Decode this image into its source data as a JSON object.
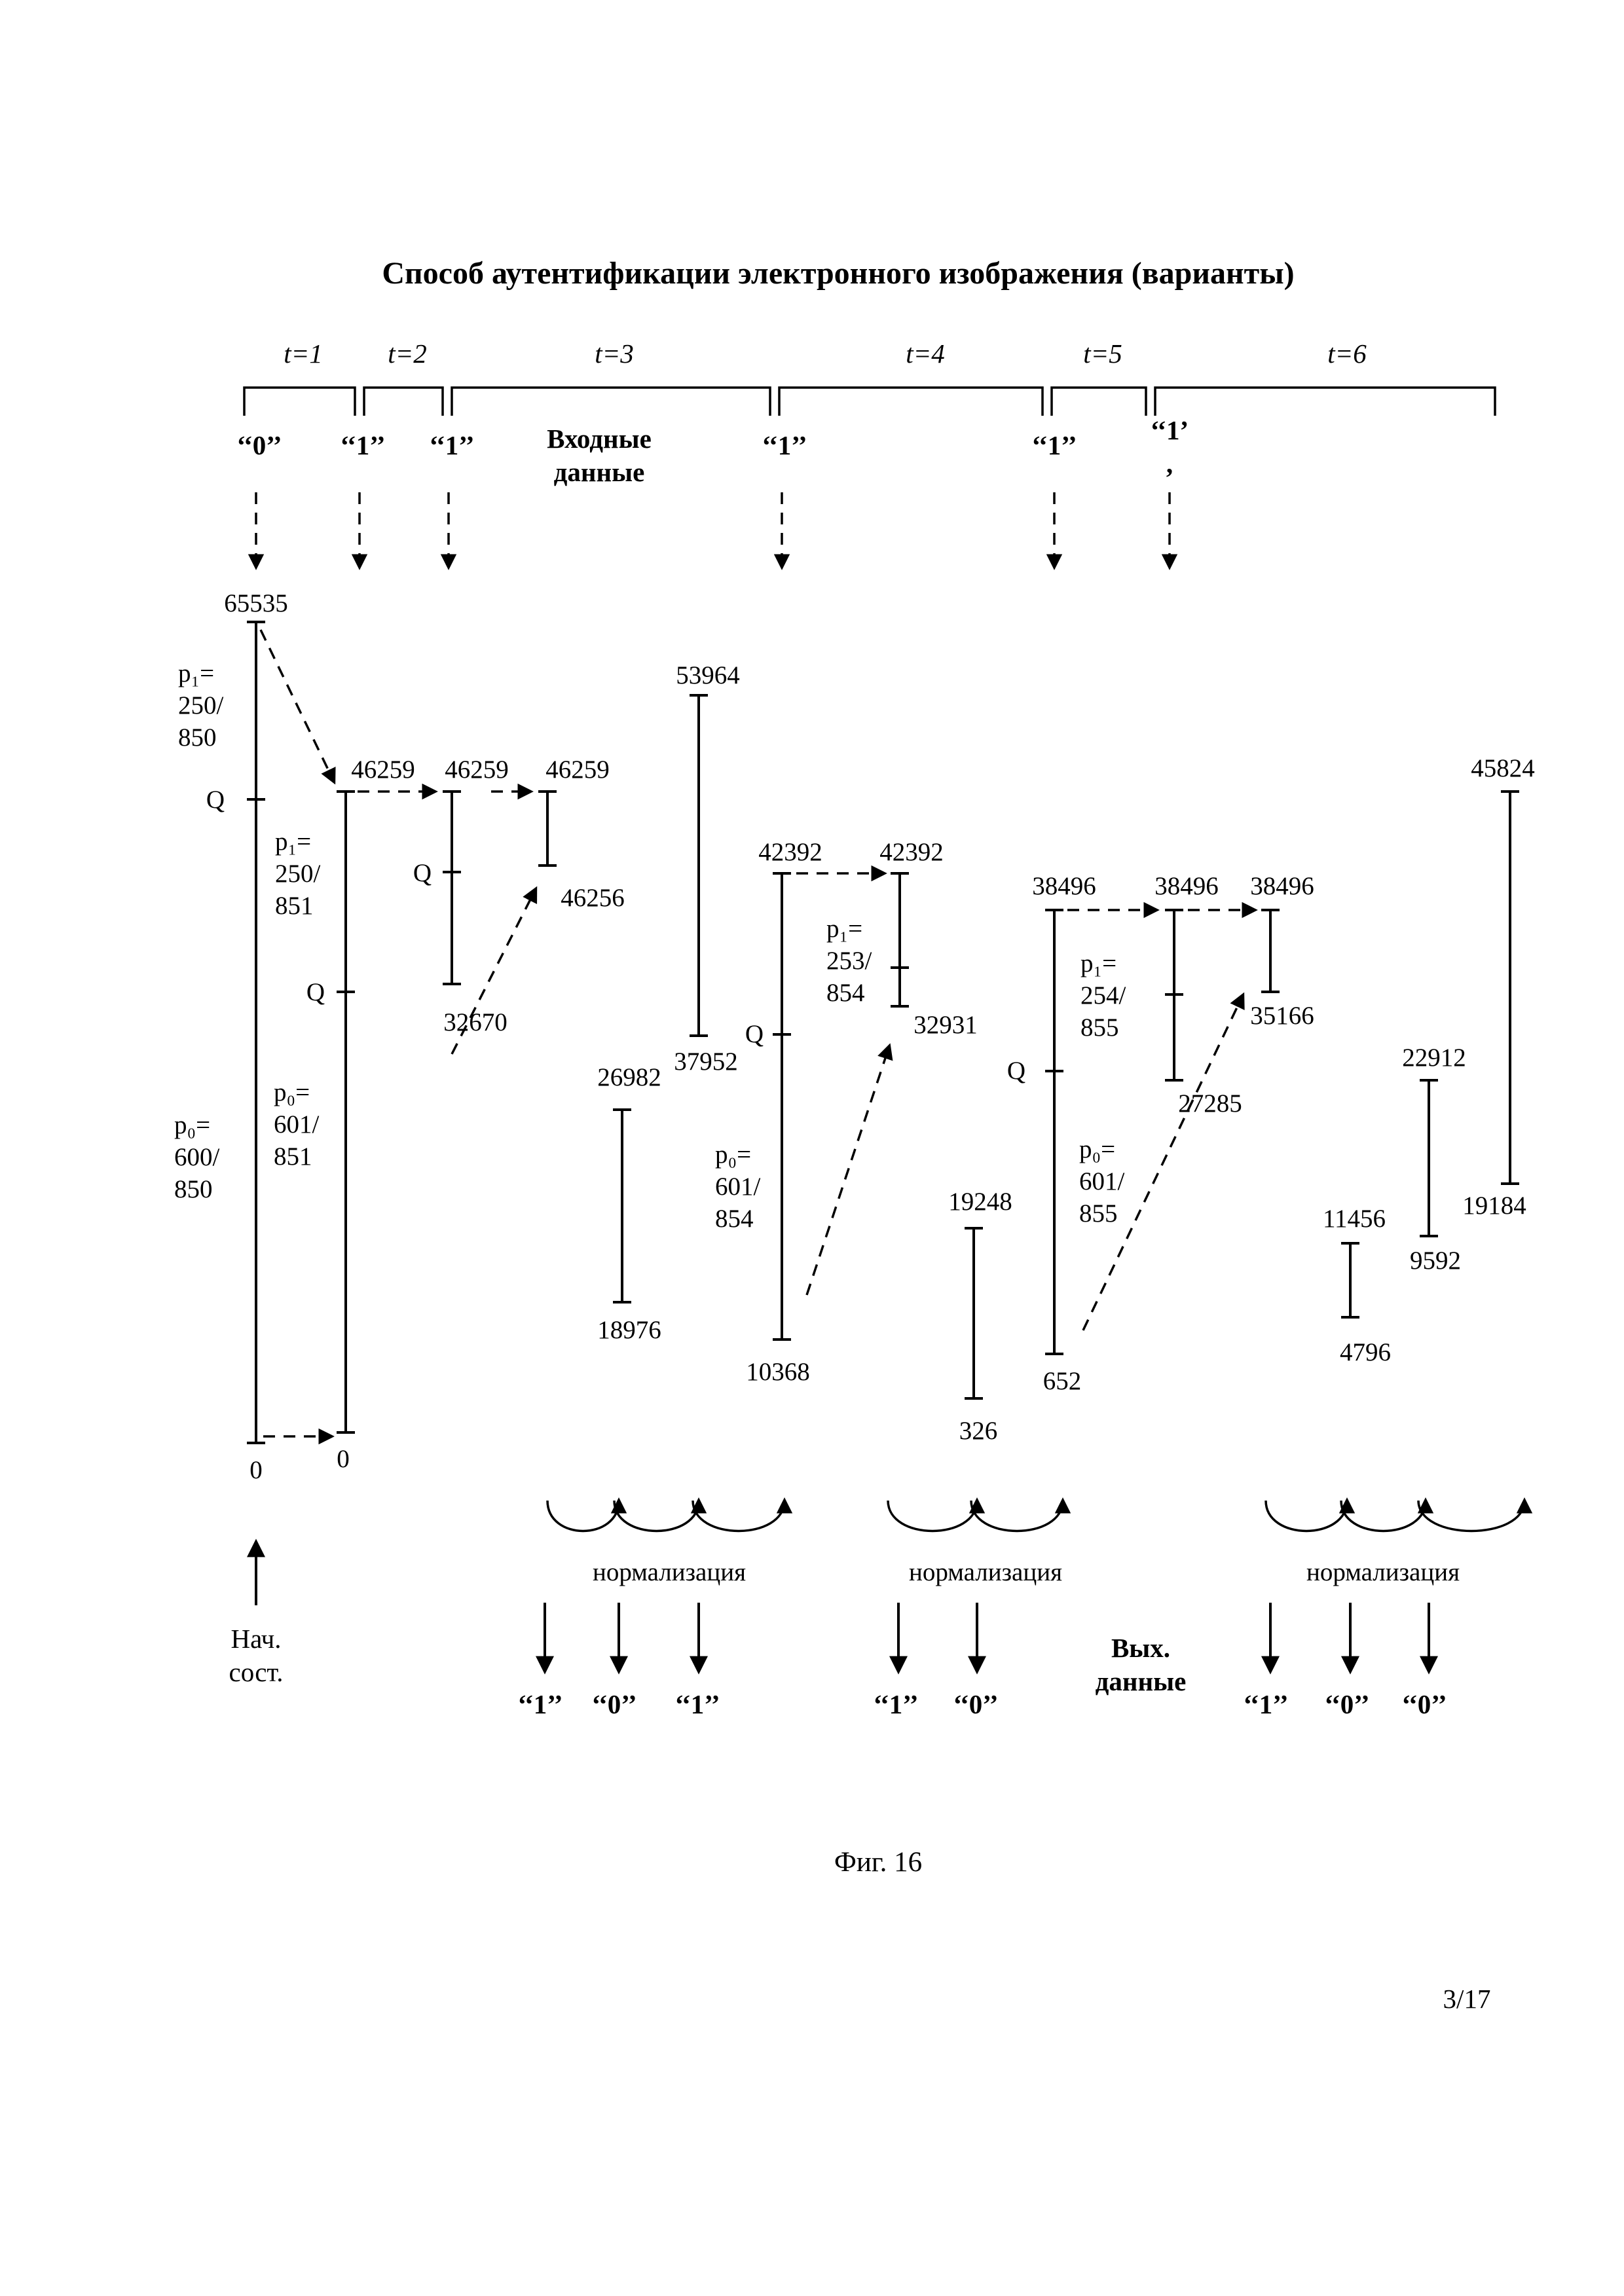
{
  "title": "Способ аутентификации электронного изображения (варианты)",
  "time_axis": {
    "t1": "t=1",
    "t2": "t=2",
    "t3": "t=3",
    "t4": "t=4",
    "t5": "t=5",
    "t6": "t=6"
  },
  "input": {
    "header": "Входные\nданные",
    "bit1": "‘‘0’’",
    "bit2": "‘‘1’’",
    "bit3": "‘‘1’’",
    "bit4": "‘‘1’’",
    "bit5": "‘‘1’’",
    "bit6": "‘‘1’\n,"
  },
  "labels": {
    "q": "Q",
    "p1_850": "p₁=\n250/\n850",
    "p0_850": "p₀=\n600/\n850",
    "p1_851": "p₁=\n250/\n851",
    "p0_851": "p₀=\n601/\n851",
    "p1_854": "p₁=\n253/\n854",
    "p0_854": "p₀=\n601/\n854",
    "p1_855": "p₁=\n254/\n855",
    "p0_855": "p₀=\n601/\n855"
  },
  "states": {
    "s65535": "65535",
    "zero1": "0",
    "zero2": "0",
    "s46259_1": "46259",
    "s46259_2": "46259",
    "s46259_3": "46259",
    "s46256": "46256",
    "s32670": "32670",
    "s53964": "53964",
    "s37952": "37952",
    "s42392_1": "42392",
    "s42392_2": "42392",
    "s32931": "32931",
    "s10368": "10368",
    "s26982": "26982",
    "s18976": "18976",
    "s19248": "19248",
    "s326": "326",
    "s38496_1": "38496",
    "s38496_2": "38496",
    "s38496_3": "38496",
    "s652": "652",
    "s27285": "27285",
    "s35166": "35166",
    "s45824": "45824",
    "s19184": "19184",
    "s22912": "22912",
    "s9592": "9592",
    "s11456": "11456",
    "s4796": "4796"
  },
  "normalization": {
    "label": "нормализация"
  },
  "output": {
    "header": "Вых.\nданные",
    "g1": [
      "‘‘1’’",
      "‘‘0’’",
      "‘‘1’’"
    ],
    "g2": [
      "‘‘1’’",
      "‘‘0’’"
    ],
    "g3": [
      "‘‘1’’",
      "‘‘0’’",
      "‘‘0’’"
    ]
  },
  "initial_state": "Нач.\nсост.",
  "caption": "Фиг. 16",
  "page_number": "3/17"
}
